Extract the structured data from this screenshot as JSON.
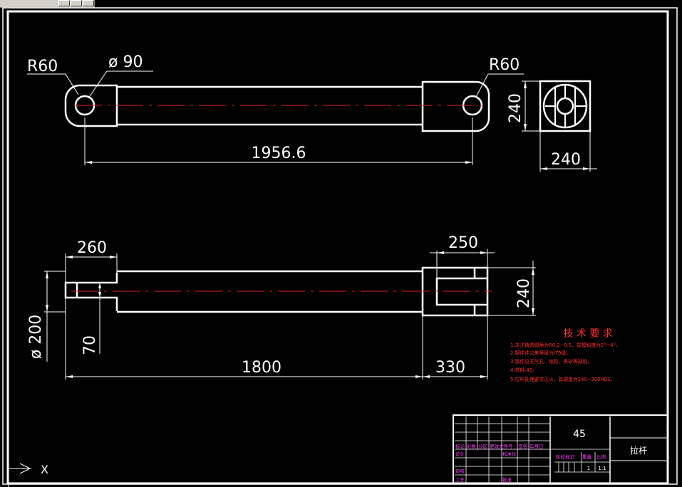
{
  "window": {
    "controls": [
      "minimize",
      "maximize",
      "close"
    ]
  },
  "top_view": {
    "radius_left": "R60",
    "hole_diameter": "ø 90",
    "radius_right": "R60",
    "length": "1956.6"
  },
  "end_view": {
    "height": "240",
    "width": "240"
  },
  "front_view": {
    "clevis_width": "260",
    "fork_width": "250",
    "fork_height": "240",
    "diameter": "ø 200",
    "slot": "70",
    "body_length": "1800",
    "end_length": "330"
  },
  "tech_requirements": {
    "title": "技 术 要 求",
    "items": [
      "1.未注铸造圆角为R0.2~0.5，拔模斜度为2°~4°。",
      "2.钢件件公差等级为IT9级。",
      "3.钢件应无气孔、缩松、夹砂等缺陷。",
      "4.材料:45。",
      "5.拉杆处理要求正火，其硬度为240~300HBS。"
    ]
  },
  "title_block": {
    "material": "45",
    "part_name": "拉杆",
    "scale_value": "1:1",
    "qty_value": "1",
    "labels": {
      "mark": "标记",
      "count": "处数",
      "zone": "分区",
      "doc_no": "更改文件号",
      "sign": "签名",
      "date": "年月日",
      "designer": "设计",
      "standard": "标准化",
      "stage_mark": "阶段标记",
      "weight": "重量",
      "scale": "比例",
      "review": "审核",
      "process": "工艺",
      "approve": "批准"
    }
  },
  "ucs": {
    "axis_label": "X"
  }
}
